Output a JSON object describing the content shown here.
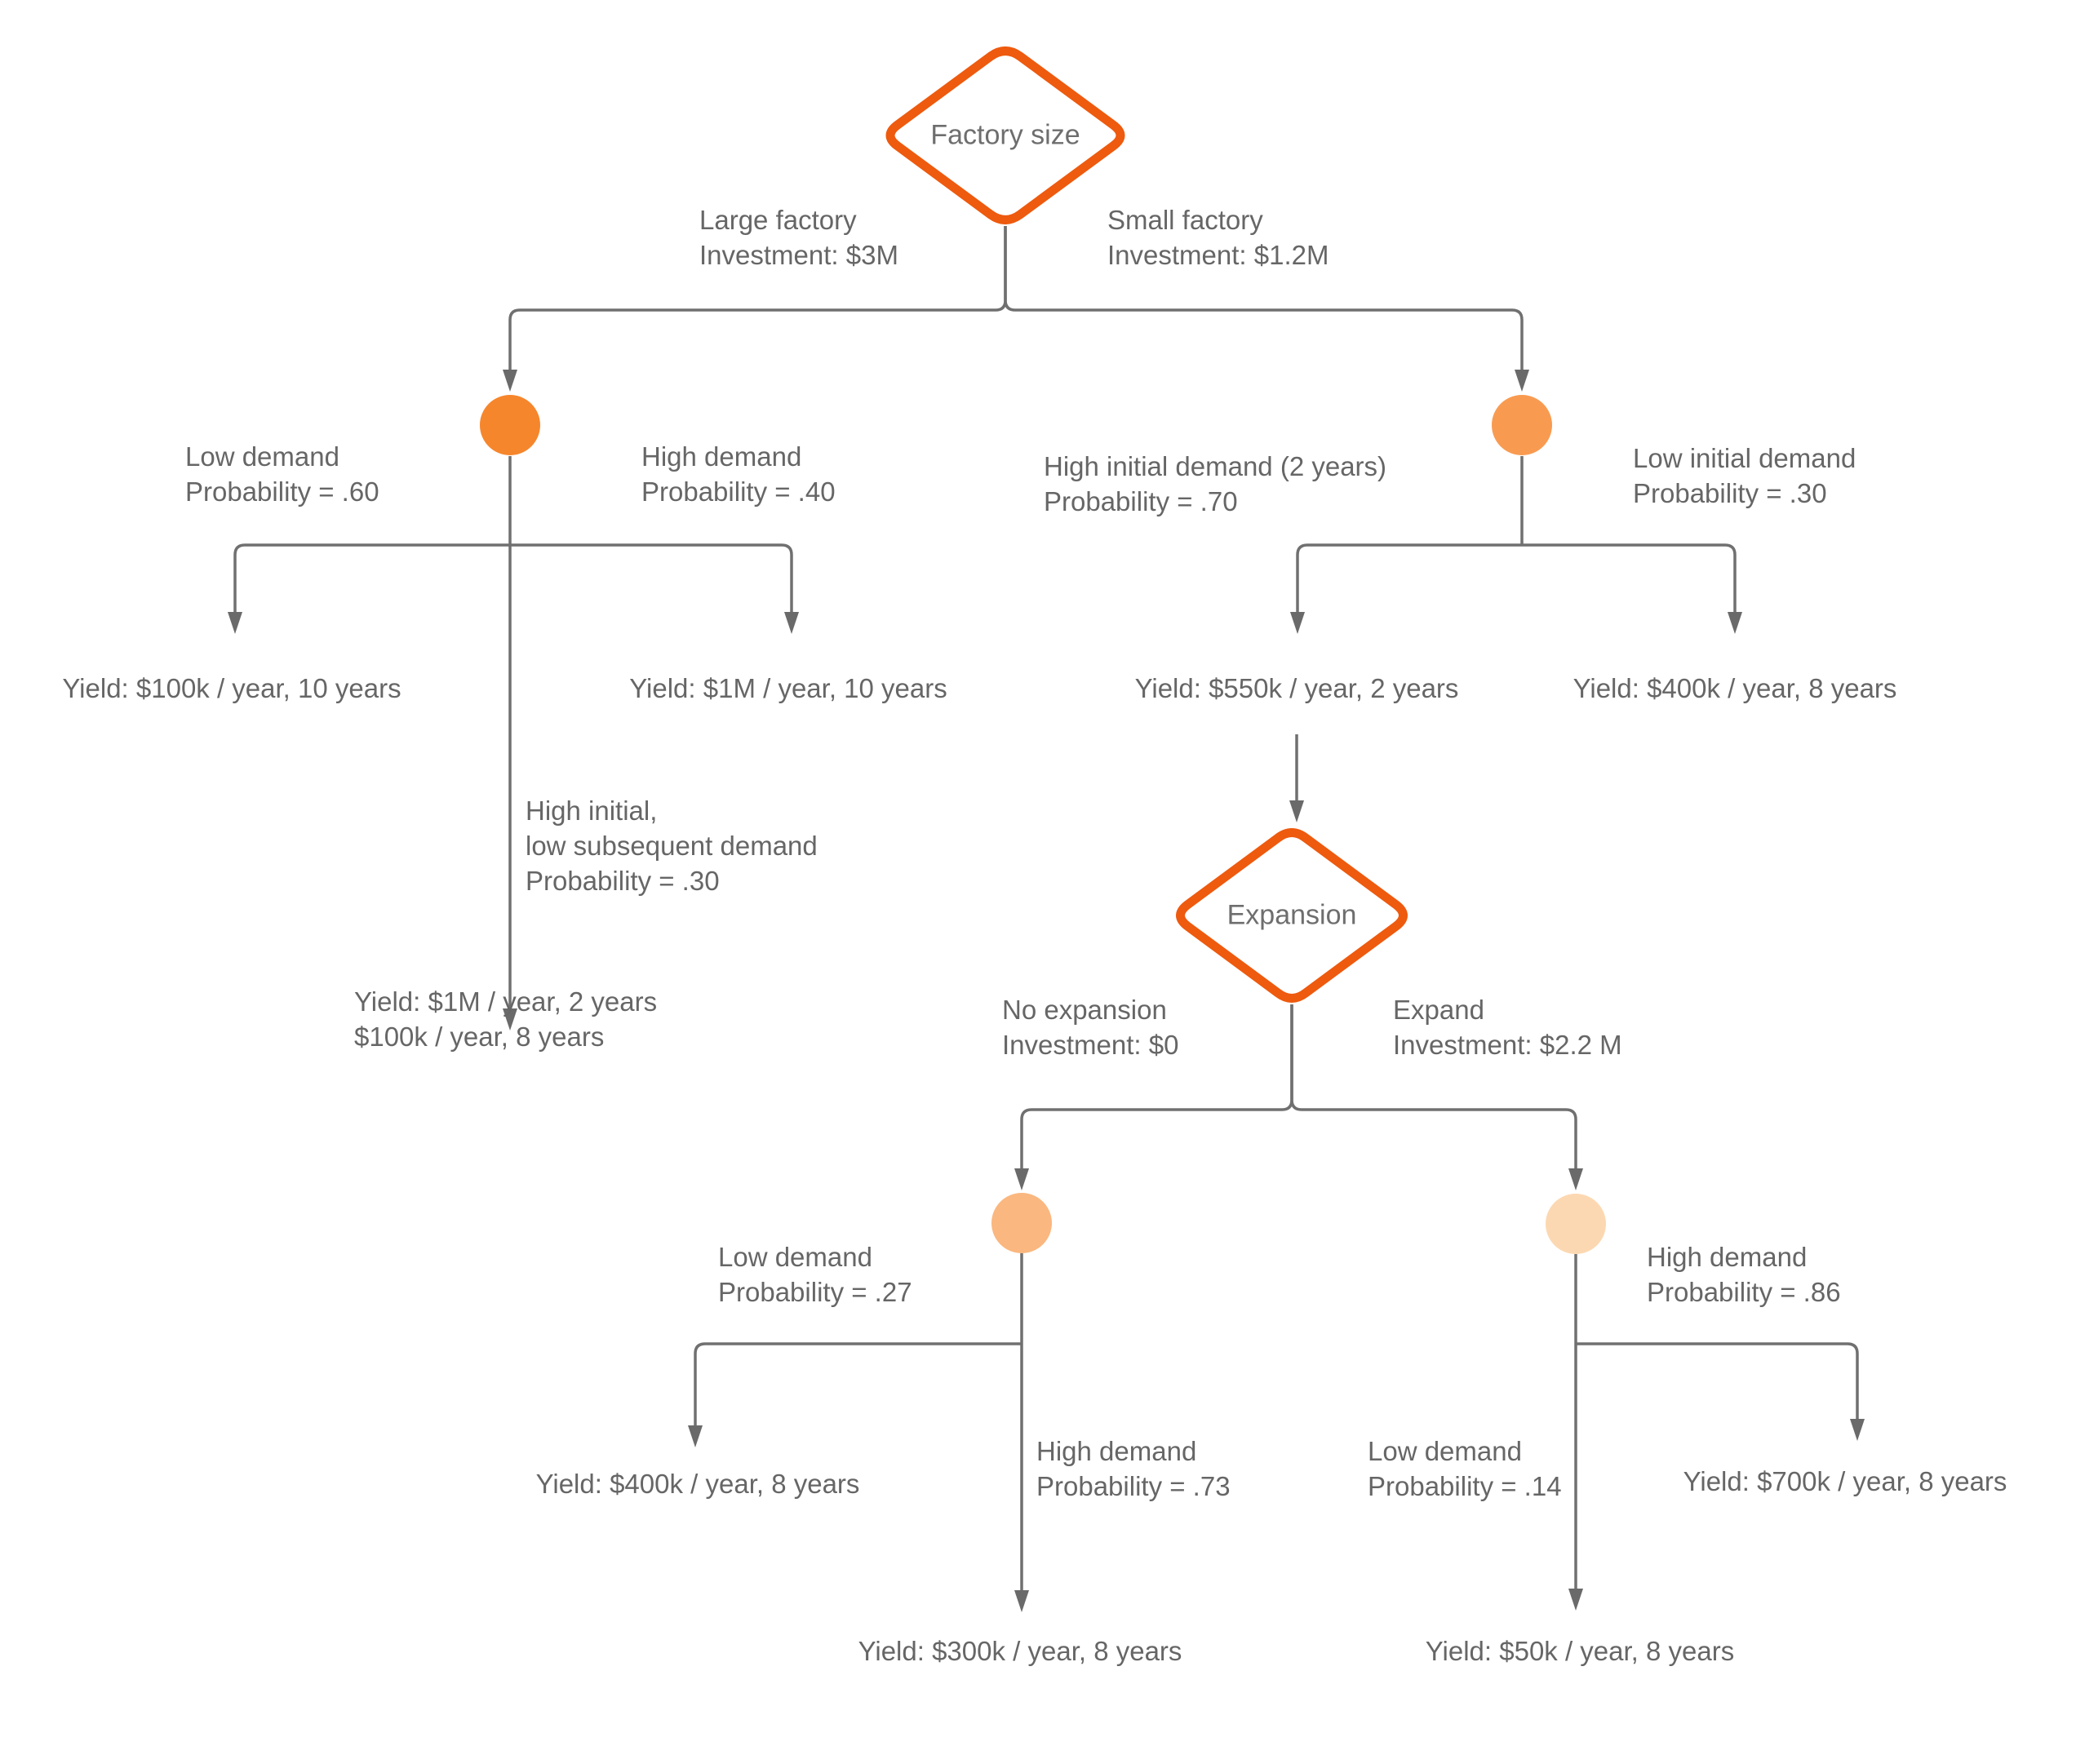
{
  "diagram": {
    "decisions": {
      "factory_size": "Factory size",
      "expansion": "Expansion"
    },
    "branch_labels": {
      "large_factory": [
        "Large factory",
        "Investment: $3M"
      ],
      "small_factory": [
        "Small factory",
        "Investment: $1.2M"
      ],
      "low_demand_60": [
        "Low demand",
        "Probability = .60"
      ],
      "high_demand_40": [
        "High demand",
        "Probability = .40"
      ],
      "high_initial_demand_70": [
        "High initial demand (2 years)",
        "Probability = .70"
      ],
      "low_initial_demand_30": [
        "Low initial demand",
        "Probability = .30"
      ],
      "high_initial_low_subsequent": [
        "High initial,",
        "low subsequent demand",
        "Probability = .30"
      ],
      "no_expansion": [
        "No expansion",
        "Investment: $0"
      ],
      "expand": [
        "Expand",
        "Investment: $2.2 M"
      ],
      "low_demand_27": [
        "Low demand",
        "Probability = .27"
      ],
      "high_demand_73": [
        "High demand",
        "Probability = .73"
      ],
      "low_demand_14": [
        "Low demand",
        "Probability = .14"
      ],
      "high_demand_86": [
        "High demand",
        "Probability = .86"
      ]
    },
    "outcomes": {
      "large_low": "Yield: $100k / year, 10 years",
      "large_high": "Yield: $1M / year, 10 years",
      "large_high_low": [
        "Yield: $1M / year, 2 years",
        "$100k / year, 8 years"
      ],
      "small_high_initial": "Yield: $550k / year, 2 years",
      "small_low_initial": "Yield: $400k / year, 8 years",
      "no_exp_low": "Yield: $400k / year, 8 years",
      "no_exp_high": "Yield: $300k / year, 8 years",
      "exp_low": "Yield: $50k / year, 8 years",
      "exp_high": "Yield: $700k / year, 8 years"
    },
    "colors": {
      "decision_border": "#EE5A0E",
      "chance_node_1": "#F6862C",
      "chance_node_2": "#F89B51",
      "chance_node_3": "#FAB77F",
      "chance_node_4": "#FCD8B2",
      "line": "#707070",
      "arrow": "#6A6A6A",
      "text": "#666666"
    }
  }
}
